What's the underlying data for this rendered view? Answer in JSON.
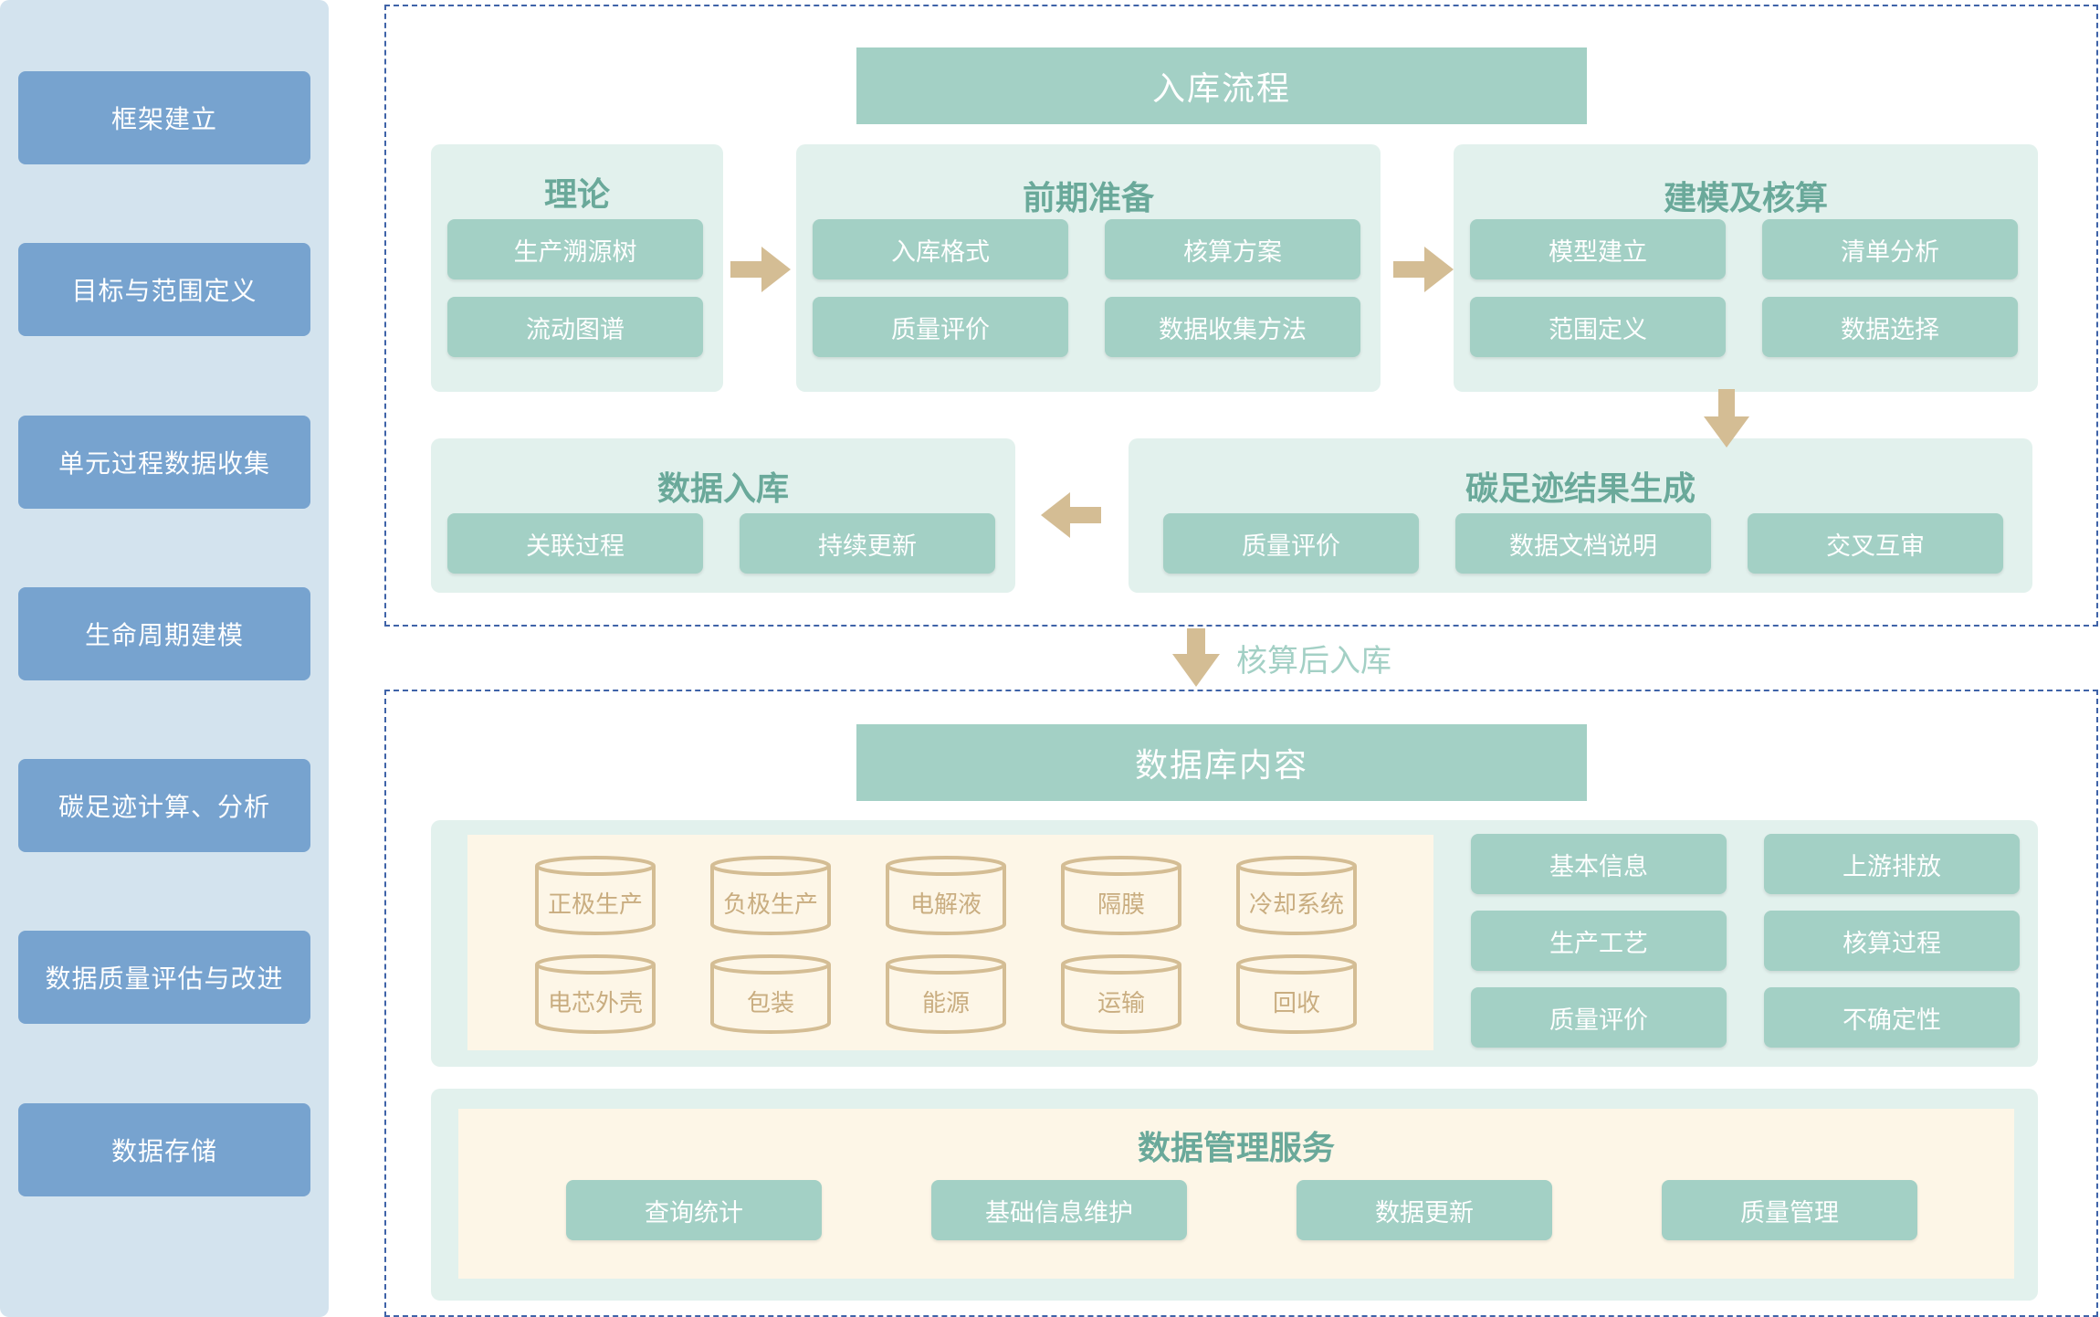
{
  "sidebar": {
    "items": [
      "框架建立",
      "目标与范围定义",
      "单元过程数据收集",
      "生命周期建模",
      "碳足迹计算、分析",
      "数据质量评估与改进",
      "数据存储"
    ]
  },
  "intake": {
    "title": "入库流程",
    "theory": {
      "title": "理论",
      "items": [
        "生产溯源树",
        "流动图谱"
      ]
    },
    "prep": {
      "title": "前期准备",
      "items": [
        "入库格式",
        "核算方案",
        "质量评价",
        "数据收集方法"
      ]
    },
    "modeling": {
      "title": "建模及核算",
      "items": [
        "模型建立",
        "清单分析",
        "范围定义",
        "数据选择"
      ]
    },
    "storage": {
      "title": "数据入库",
      "items": [
        "关联过程",
        "持续更新"
      ]
    },
    "result": {
      "title": "碳足迹结果生成",
      "items": [
        "质量评价",
        "数据文档说明",
        "交叉互审"
      ]
    }
  },
  "connector_label": "核算后入库",
  "database": {
    "title": "数据库内容",
    "cylinders": [
      "正极生产",
      "负极生产",
      "电解液",
      "隔膜",
      "冷却系统",
      "电芯外壳",
      "包装",
      "能源",
      "运输",
      "回收"
    ],
    "info_items": [
      "基本信息",
      "上游排放",
      "生产工艺",
      "核算过程",
      "质量评价",
      "不确定性"
    ],
    "services": {
      "title": "数据管理服务",
      "items": [
        "查询统计",
        "基础信息维护",
        "数据更新",
        "质量管理"
      ]
    }
  },
  "colors": {
    "sidebar_bg": "#d3e3ee",
    "sidebar_btn": "#77a3cf",
    "teal": "#a3d0c5",
    "panel": "#e2f1ed",
    "title_teal": "#6aa99a",
    "arrow": "#d4bd94",
    "cream": "#fdf6e7"
  }
}
